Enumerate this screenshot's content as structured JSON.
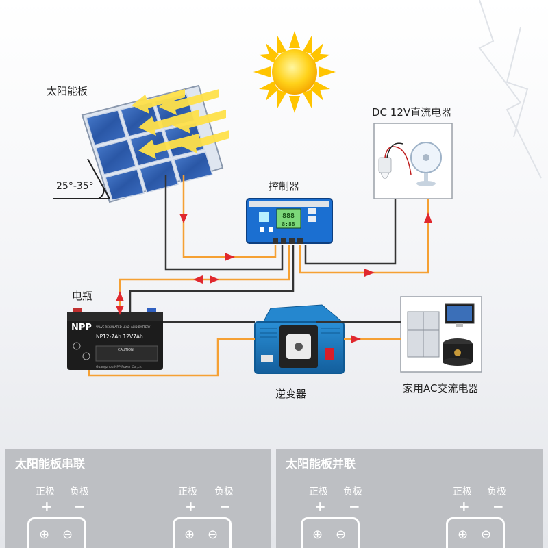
{
  "labels": {
    "solar_panel": "太阳能板",
    "tilt": "25°-35°",
    "dc_load": "DC 12V直流电器",
    "controller": "控制器",
    "battery": "电瓶",
    "inverter": "逆变器",
    "ac_load": "家用AC交流电器"
  },
  "battery_text": {
    "brand": "NPP",
    "model": "NP12-7Ah 12V7Ah",
    "small_top": "VALVE REGULATED LEAD-ACID BATTERY",
    "caution": "CAUTION",
    "maker": "Guangzhou NPP Power Co.,Ltd"
  },
  "controller_text": {
    "lcd_top": "888",
    "lcd_bottom": "8:88"
  },
  "sections": [
    {
      "title": "太阳能板串联",
      "modules": [
        {
          "positive_label": "正极",
          "negative_label": "负极",
          "positive_sign": "+",
          "negative_sign": "−",
          "term_pos": "⊕",
          "term_neg": "⊖"
        },
        {
          "positive_label": "正极",
          "negative_label": "负极",
          "positive_sign": "+",
          "negative_sign": "−",
          "term_pos": "⊕",
          "term_neg": "⊖"
        }
      ]
    },
    {
      "title": "太阳能板并联",
      "modules": [
        {
          "positive_label": "正极",
          "negative_label": "负极",
          "positive_sign": "+",
          "negative_sign": "−",
          "term_pos": "⊕",
          "term_neg": "⊖"
        },
        {
          "positive_label": "正极",
          "negative_label": "负极",
          "positive_sign": "+",
          "negative_sign": "−",
          "term_pos": "⊕",
          "term_neg": "⊖"
        }
      ]
    }
  ],
  "colors": {
    "wire_positive": "#f5a033",
    "wire_negative": "#333333",
    "arrow": "#e0282e",
    "sun": "#ffcc00",
    "panel_blue": "#2b5aa8",
    "controller_blue": "#1b6fd1",
    "inverter_blue": "#1a7bc0",
    "section_bg": "#bdbfc3"
  }
}
